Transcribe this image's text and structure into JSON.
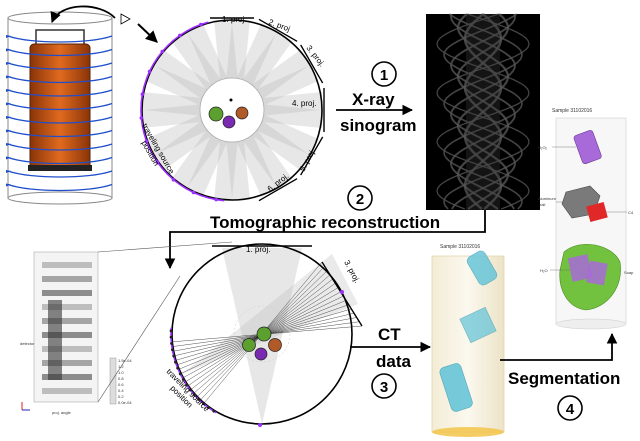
{
  "labels": {
    "xray": "X-ray",
    "sinogram": "sinogram",
    "tomo": "Tomographic reconstruction",
    "ct": "CT",
    "data": "data",
    "segmentation": "Segmentation"
  },
  "steps": [
    "1",
    "2",
    "3",
    "4"
  ],
  "projections_top": [
    "1. proj.",
    "2. proj",
    "3. proj.",
    "4. proj.",
    "5. proj.",
    "6. proj."
  ],
  "projection_bottom_1": "1. proj.",
  "projection_bottom_3": "3. proj.",
  "traveling_source": [
    "traveling source",
    "position"
  ],
  "sample_ct": "Sample 31102016",
  "sample_seg": "Sample 31102016",
  "seg_labels": {
    "h2o2": "H₂O₂",
    "aluminum": "Aluminum",
    "rail": "rail",
    "c4": "C4",
    "h2o": "H₂O",
    "soap": "Soap"
  },
  "plot_labels": {
    "xaxis": "proj. angle",
    "yaxis": "detector"
  },
  "colorbar_ticks": [
    "1.5e-04",
    "1.2",
    "1.0",
    "0.8",
    "0.6",
    "0.4",
    "0.2",
    "0.0e-04"
  ],
  "colors": {
    "coil": "#1f4fcc",
    "sample": "#cc5a14",
    "purple": "#9b30ff",
    "green": "#5ca030",
    "brown": "#b05a28",
    "violet": "#7a2ab0",
    "ct_blue": "#5fc3d8",
    "seg_purple": "#a86ad8",
    "seg_red": "#e02828",
    "seg_green": "#72c240",
    "seg_gray": "#7a7a7a"
  }
}
